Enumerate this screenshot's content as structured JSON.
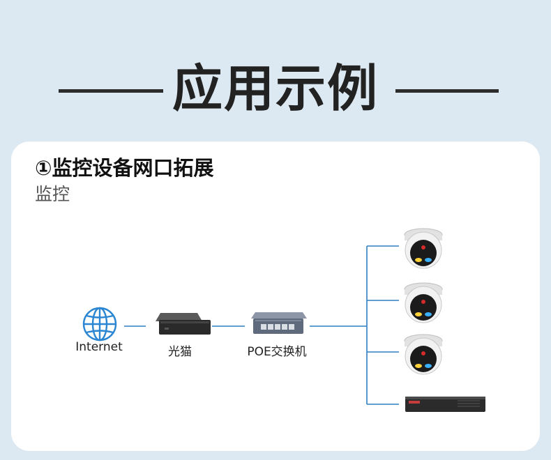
{
  "header": {
    "title": "应用示例"
  },
  "section": {
    "title": "①监控设备网口拓展",
    "subtitle": "监控"
  },
  "nodes": {
    "internet_label": "Internet",
    "modem_label": "光猫",
    "switch_label": "POE交换机"
  },
  "colors": {
    "background": "#dde9f2",
    "line": "#2f7fc0",
    "globe": "#2a86d2"
  },
  "icons": [
    "globe-icon",
    "modem-icon",
    "poe-switch-icon",
    "dome-camera-icon",
    "nvr-icon"
  ]
}
